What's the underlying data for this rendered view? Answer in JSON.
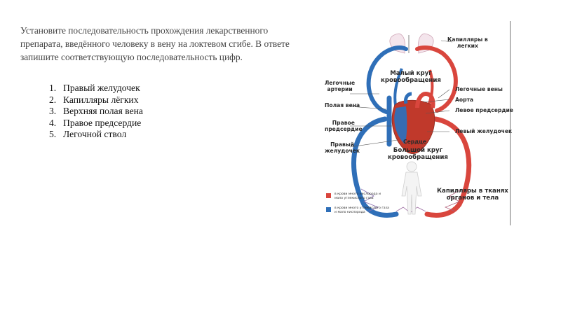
{
  "question": {
    "line1": "Установите последовательность прохождения лекарственного",
    "line2": "препарата, введённого человеку в вену на локтевом сгибе. В ответе",
    "line3": "запишите соответствующую последовательность цифр."
  },
  "options": [
    {
      "num": "1.",
      "text": "Правый желудочек"
    },
    {
      "num": "2.",
      "text": "Капилляры лёгких"
    },
    {
      "num": "3.",
      "text": "Верхняя полая вена"
    },
    {
      "num": "4.",
      "text": "Правое предсердие"
    },
    {
      "num": "5.",
      "text": "Легочной ствол"
    }
  ],
  "diagram": {
    "labels": {
      "capillaries_lungs": "Капилляры в\nлегких",
      "small_circle": "Малый круг\nкровообращения",
      "pulmonary_arteries": "Легочные\nартерии",
      "pulmonary_veins": "Легочные вены",
      "aorta": "Аорта",
      "vena_cava": "Полая вена",
      "left_atrium": "Левое предсердие",
      "right_atrium": "Правое\nпредсердие",
      "left_ventricle": "Левый желудочек",
      "heart": "Сердце",
      "right_ventricle": "Правый\nжелудочек",
      "big_circle": "Большой круг\nкровообращения",
      "capillaries_tissues": "Капилляры в тканях\nорганов и тела"
    },
    "legend": {
      "red_text": "в крови много кислорода и\nмало углекислого газа",
      "blue_text": "в крови много углекислого газа\nи мало кислорода"
    },
    "colors": {
      "arterial": "#d9463d",
      "venous": "#2f6fb8"
    }
  }
}
